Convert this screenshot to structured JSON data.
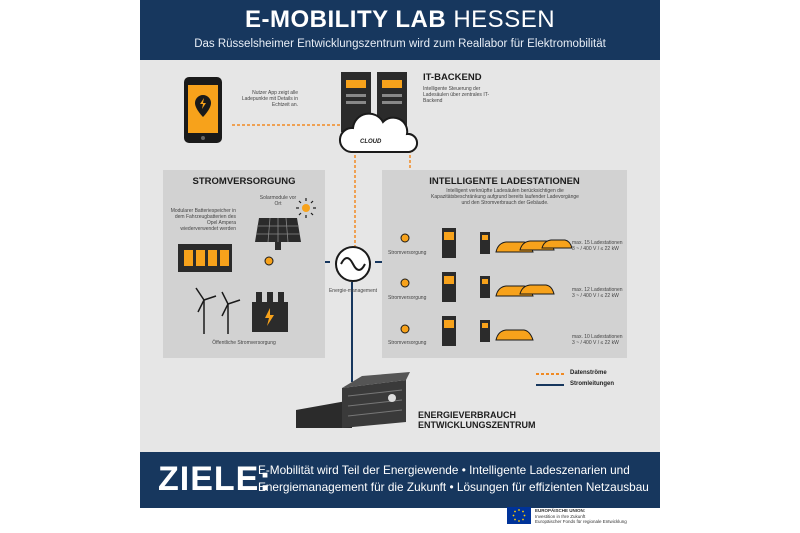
{
  "header": {
    "title_bold": "E-MOBILITY LAB",
    "title_light": "HESSEN",
    "subtitle": "Das Rüsselsheimer Entwicklungszentrum wird zum Reallabor für Elektromobilität"
  },
  "app": {
    "text": "Nutzer App zeigt alle Ladepunkte mit Details in Echtzeit an."
  },
  "backend": {
    "heading": "IT-BACKEND",
    "text": "Intelligente Steuerung der Ladesäulen über zentrales IT-Backend",
    "cloud_label": "CLOUD"
  },
  "stromversorgung": {
    "heading": "STROMVERSORGUNG",
    "battery_text": "Modularer Batteriespeicher in dem Fahrzeugbatterien des Opel Ampera wiederverwendet werden",
    "solar_text": "Solarmodule vor Ort",
    "grid_text": "Öffentliche Stromversorgung"
  },
  "energy_management": {
    "label": "Energie-management"
  },
  "ladestationen": {
    "heading": "INTELLIGENTE LADESTATIONEN",
    "text": "Intelligent verknüpfte Ladesäulen berücksichtigen die Kapazitätsbeschränkung aufgrund bereits laufender Ladevorgänge und den Stromverbrauch der Gebäude.",
    "rows": [
      {
        "supply_label": "Stromversorgung",
        "spec": "max. 15 Ladestationen",
        "spec2": "3 ~ / 400 V / ≤ 22 kW"
      },
      {
        "supply_label": "Stromversorgung",
        "spec": "max. 12 Ladestationen",
        "spec2": "3 ~ / 400 V / ≤ 22 kW"
      },
      {
        "supply_label": "Stromversorgung",
        "spec": "max. 10 Ladestationen",
        "spec2": "3 ~ / 400 V / ≤ 22 kW"
      }
    ]
  },
  "legend": {
    "data_label": "Datenströme",
    "power_label": "Stromleitungen",
    "data_color": "#f08a24",
    "power_color": "#17375e"
  },
  "building": {
    "heading_line1": "ENERGIEVERBRAUCH",
    "heading_line2": "ENTWICKLUNGSZENTRUM"
  },
  "goals": {
    "label": "ZIELE:",
    "text": "E-Mobilität wird Teil der Energiewende • Intelligente Ladeszenarien und Energiemanagement für die Zukunft • Lösungen für effizienten Netzausbau"
  },
  "eu": {
    "line1": "EUROPÄISCHE UNION:",
    "line2": "Investition in Ihre Zukunft",
    "line3": "Europäischer Fonds für regionale Entwicklung"
  }
}
